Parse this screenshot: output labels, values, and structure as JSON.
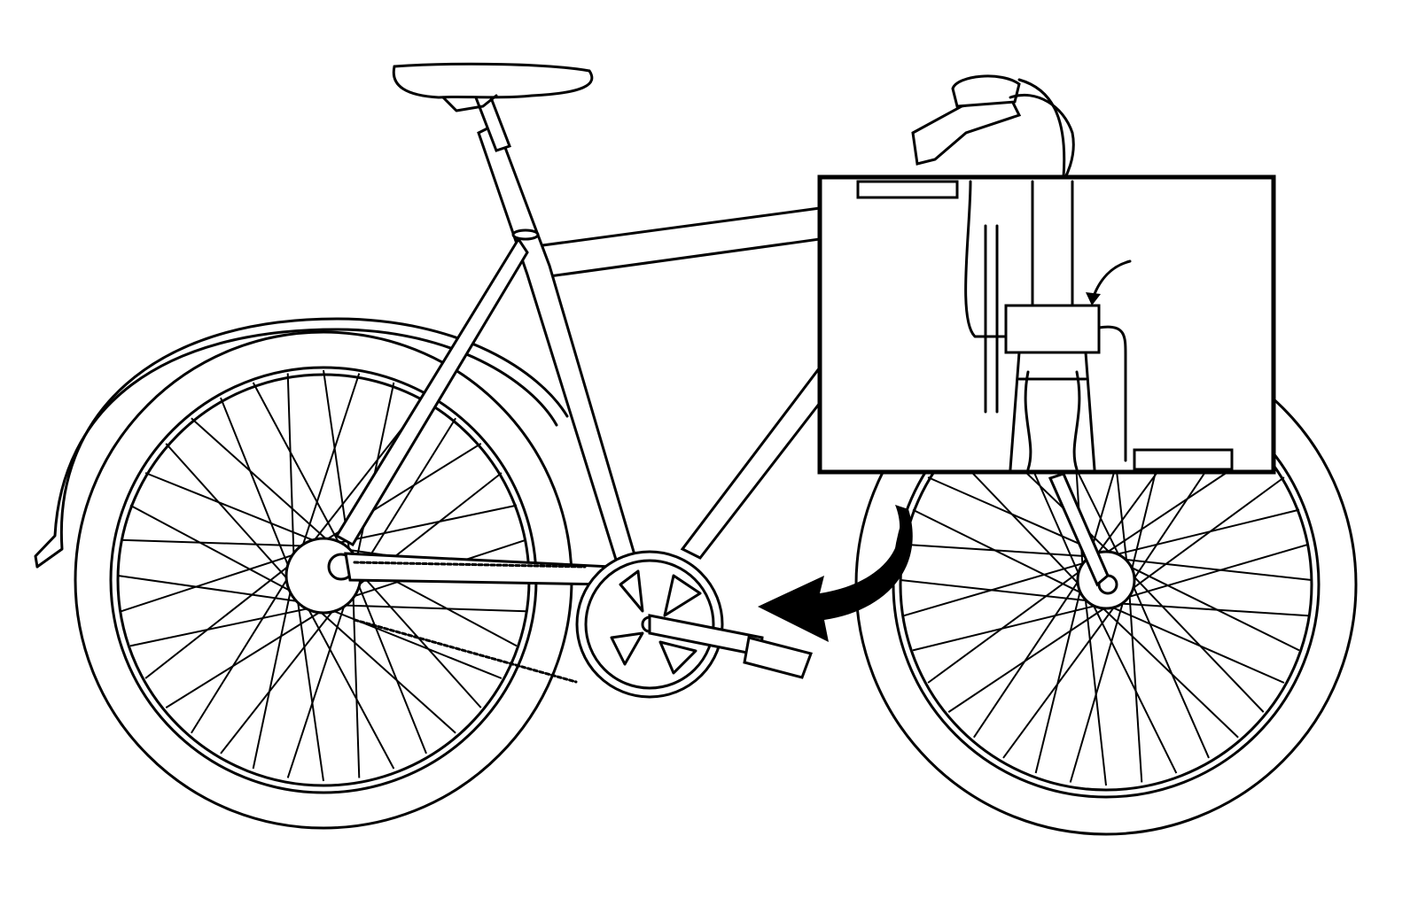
{
  "diagram": {
    "subject": "bicycle-line-drawing",
    "colors": {
      "stroke": "#000000",
      "background": "#ffffff"
    },
    "rear_wheel_spokes": 36,
    "front_wheel_spokes": 36,
    "icons": [
      "curved-arrow-icon",
      "pointer-arrow-icon"
    ]
  }
}
